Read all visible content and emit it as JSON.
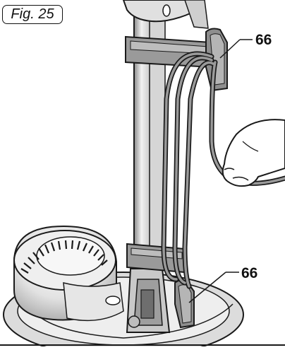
{
  "figure": {
    "label": "Fig. 25"
  },
  "callouts": [
    {
      "label": "66"
    },
    {
      "label": "66"
    }
  ],
  "colors": {
    "line": "#1a1a1a",
    "body_grey": "#9a9a9a",
    "light_grey": "#d8d8d8",
    "mid_grey": "#bdbdbd",
    "dark_grey": "#6e6e6e"
  }
}
